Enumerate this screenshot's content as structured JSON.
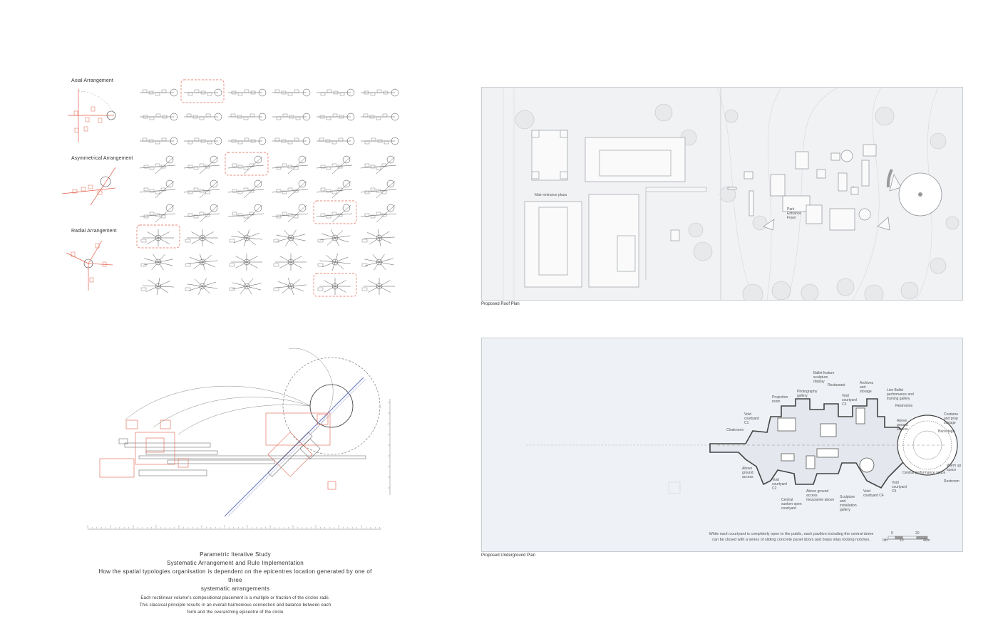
{
  "left": {
    "arrangements": [
      {
        "label": "Axial Arrangement"
      },
      {
        "label": "Asymmetrical Arrangement"
      },
      {
        "label": "Radial Arrangement"
      }
    ],
    "study": {
      "title": "Parametric Iterative Study",
      "subtitle": "Systematic Arrangement and Rule Implementation",
      "line3": "How the spatial typologies organisation is dependent on the epicentres location generated by one of three",
      "line4": "systematic arrangements",
      "body1": "Each rectilinear volume's compositional placement is a multiple or fraction of the circles radii.",
      "body2": "This classical principle results in an overall harmonious connection and balance between each",
      "body3": "form and the overarching epicentre of the circle"
    }
  },
  "right": {
    "roof_caption": "Proposed Roof Plan",
    "under_caption": "Proposed Underground Plan",
    "roof_labels": {
      "entrance": "Main entrance plaza",
      "foyer": "Park Entrance Foyer"
    },
    "under_labels": {
      "ballet": "Ballet feature sculpture display",
      "photography": "Photography gallery",
      "restaurant": "Restaurant",
      "archives": "Archives and storage",
      "live_ballet": "Live Ballet performance and training gallery",
      "projection": "Projection room",
      "void_c3": "Void courtyard C3",
      "restrooms": "Restrooms",
      "costume": "Costume and prop storage",
      "void_c1": "Void courtyard C1",
      "above_access": "Above ground access",
      "backstage": "Backstage",
      "cloakroom": "Cloakroom",
      "warm_up": "Warm up space",
      "central_perf": "Central performance space",
      "restroom": "Restroom",
      "above_access2": "Above ground access",
      "void_c2": "Void courtyard C2",
      "central_sunken": "Central sunken open courtyard",
      "mezzanine": "Above ground access mezzanine above",
      "sculpture": "Sculpture and installation gallery",
      "void_c4": "Void courtyard C4",
      "void_c5": "Void courtyard C5"
    },
    "note": "While each courtyard is completely open to the public, each pavilion including the central dome can be closed with a series of sliding concrete panel doors and brass inlay locking notches.",
    "scale": [
      "0m",
      "5",
      "10",
      "20",
      "40m"
    ]
  },
  "colors": {
    "accent": "#e0604a",
    "line": "#555555",
    "blue": "#7a86c8"
  }
}
